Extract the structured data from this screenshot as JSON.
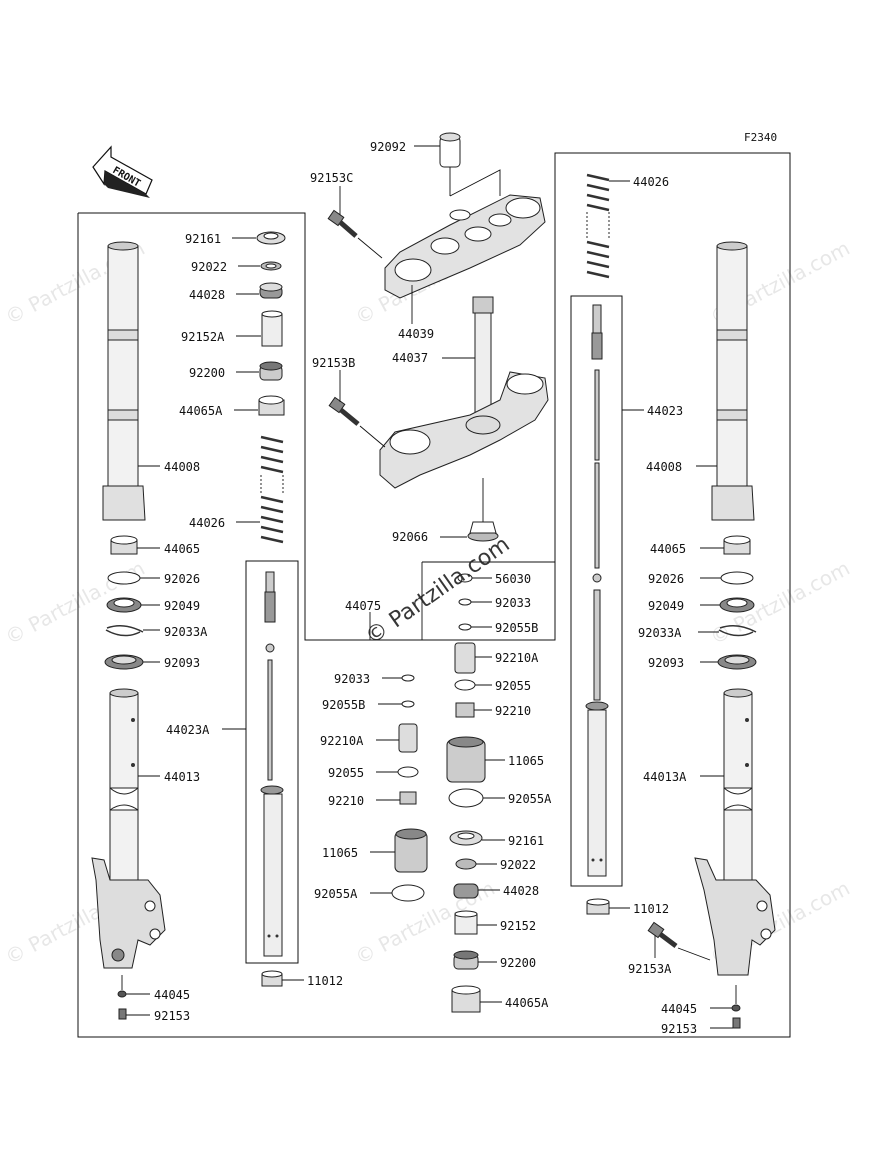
{
  "diagram_code": "F2340",
  "front_label": "FRONT",
  "watermark": "© Partzilla.com",
  "labels": {
    "l92092": "92092",
    "l92153C": "92153C",
    "l44039": "44039",
    "l44037": "44037",
    "l92153B": "92153B",
    "l92066": "92066",
    "l44075": "44075",
    "l56030": "56030",
    "l92033_c1": "92033",
    "l92055B_c1": "92055B",
    "l92210A_c1": "92210A",
    "l92055_c1": "92055",
    "l92210_c1": "92210",
    "l11065_c1": "11065",
    "l92055A_c1": "92055A",
    "l92161_c": "92161",
    "l92022_c": "92022",
    "l44028_c": "44028",
    "l92152_c": "92152",
    "l92200_c": "92200",
    "l44065A_c": "44065A",
    "l92033_c2": "92033",
    "l92055B_c2": "92055B",
    "l92210A_c2": "92210A",
    "l92055_c2": "92055",
    "l92210_c2": "92210",
    "l11065_c2": "11065",
    "l92055A_c2": "92055A",
    "l11012_c": "11012",
    "l92161_l": "92161",
    "l92022_l": "92022",
    "l44028_l": "44028",
    "l92152A_l": "92152A",
    "l92200_l": "92200",
    "l44065A_l": "44065A",
    "l44008_l": "44008",
    "l44026_l": "44026",
    "l44065_l": "44065",
    "l92026_l": "92026",
    "l92049_l": "92049",
    "l92033A_l": "92033A",
    "l92093_l": "92093",
    "l44023A_l": "44023A",
    "l44013_l": "44013",
    "l44045_l": "44045",
    "l92153_l": "92153",
    "l44026_r": "44026",
    "l44023_r": "44023",
    "l44008_r": "44008",
    "l44065_r": "44065",
    "l92026_r": "92026",
    "l92049_r": "92049",
    "l92033A_r": "92033A",
    "l92093_r": "92093",
    "l44013A_r": "44013A",
    "l11012_r": "11012",
    "l92153A_r": "92153A",
    "l44045_r": "44045",
    "l92153_r": "92153"
  }
}
